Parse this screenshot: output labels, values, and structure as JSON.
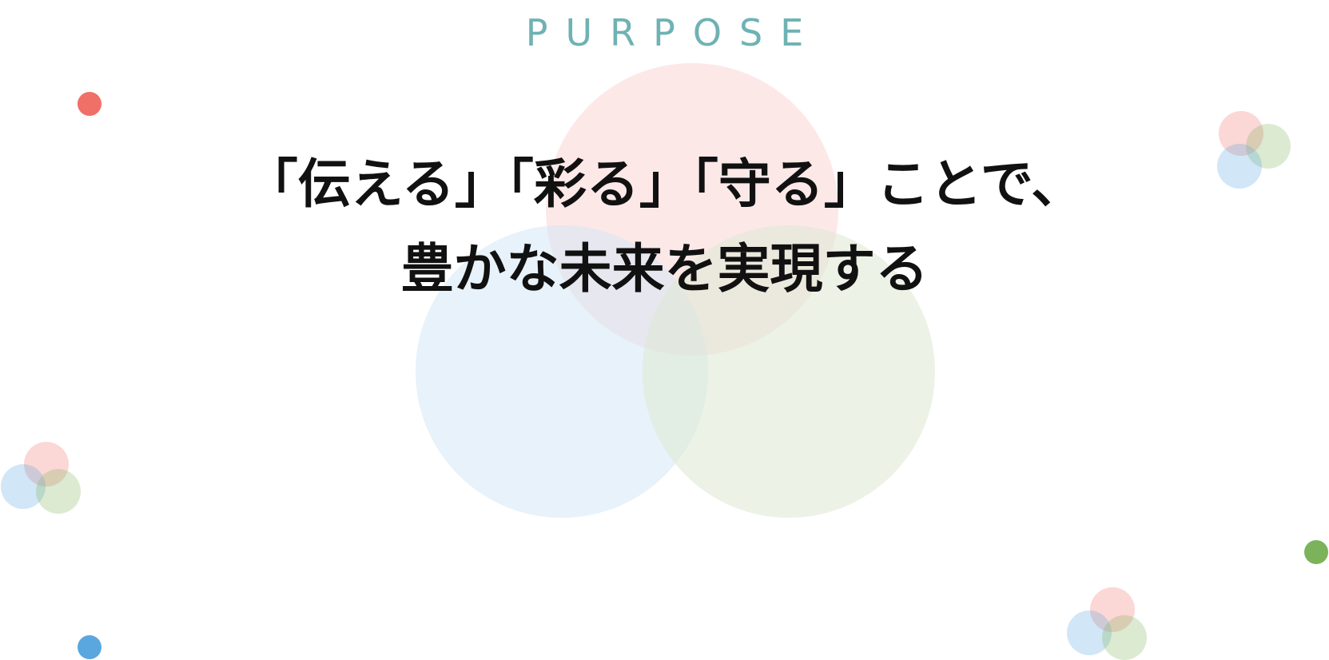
{
  "heading": {
    "eyebrow": "PURPOSE",
    "line1": "「伝える」「彩る」「守る」ことで、",
    "line2": "豊かな未来を実現する"
  },
  "colors": {
    "accent_teal": "#6fb2b3",
    "red": "#f07068",
    "blue": "#5aa7df",
    "green": "#7cb35a",
    "venn_red": "#fbd6d6",
    "venn_blue": "#cfe6f5",
    "venn_green": "#dfead5"
  }
}
